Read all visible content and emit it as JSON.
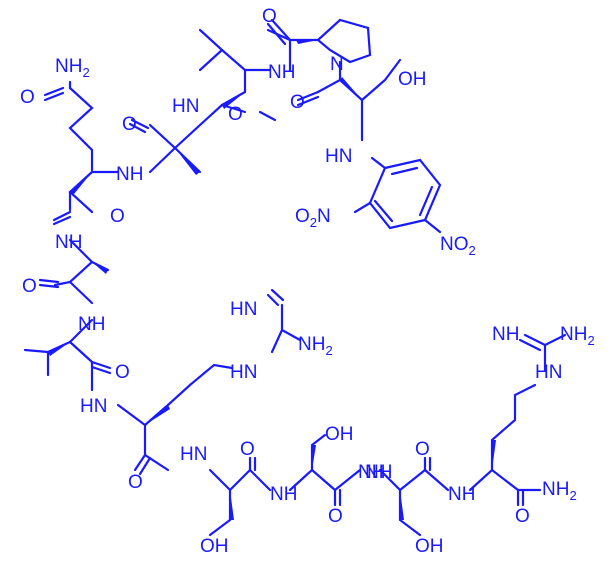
{
  "labels": {
    "l01": "NH2",
    "l02": "O",
    "l03": "O",
    "l04": "NH",
    "l05": "O",
    "l06": "N",
    "l07": "OH",
    "l08": "HN",
    "l09": "O",
    "l10": "O",
    "l11": "NH",
    "l12": "HN",
    "l13": "O",
    "l14": "O2N",
    "l15": "NO2",
    "l16": "NH",
    "l17": "HN",
    "l18": "O",
    "l19": "NH",
    "l20": "HN",
    "l21": "NH2",
    "l22": "O",
    "l23": "HN",
    "l24": "NH",
    "l25": "HN",
    "l26": "NH2",
    "l27": "HN",
    "l28": "NH",
    "l29": "O",
    "l30": "O",
    "l31": "OH",
    "l32": "O",
    "l33": "NH",
    "l34": "NH",
    "l35": "NH",
    "l36": "O",
    "l37": "NH2",
    "l38": "OH",
    "l39": "O",
    "l40": "OH"
  },
  "color": "#1a1aff"
}
